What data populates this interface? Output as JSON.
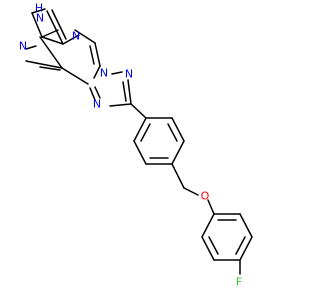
{
  "atoms": {
    "nh_n": "N",
    "nh_h": "H",
    "n_pyrazole": "N",
    "n_pyrimidine_top": "N",
    "n_bridge": "N",
    "n_triazole_right": "N",
    "n_triazole_left": "N",
    "o_ether": "O",
    "f_fluoro": "F"
  },
  "colors": {
    "nitrogen": "#0000ff",
    "oxygen": "#ff0000",
    "fluorine": "#33cc33",
    "bond": "#000000"
  }
}
